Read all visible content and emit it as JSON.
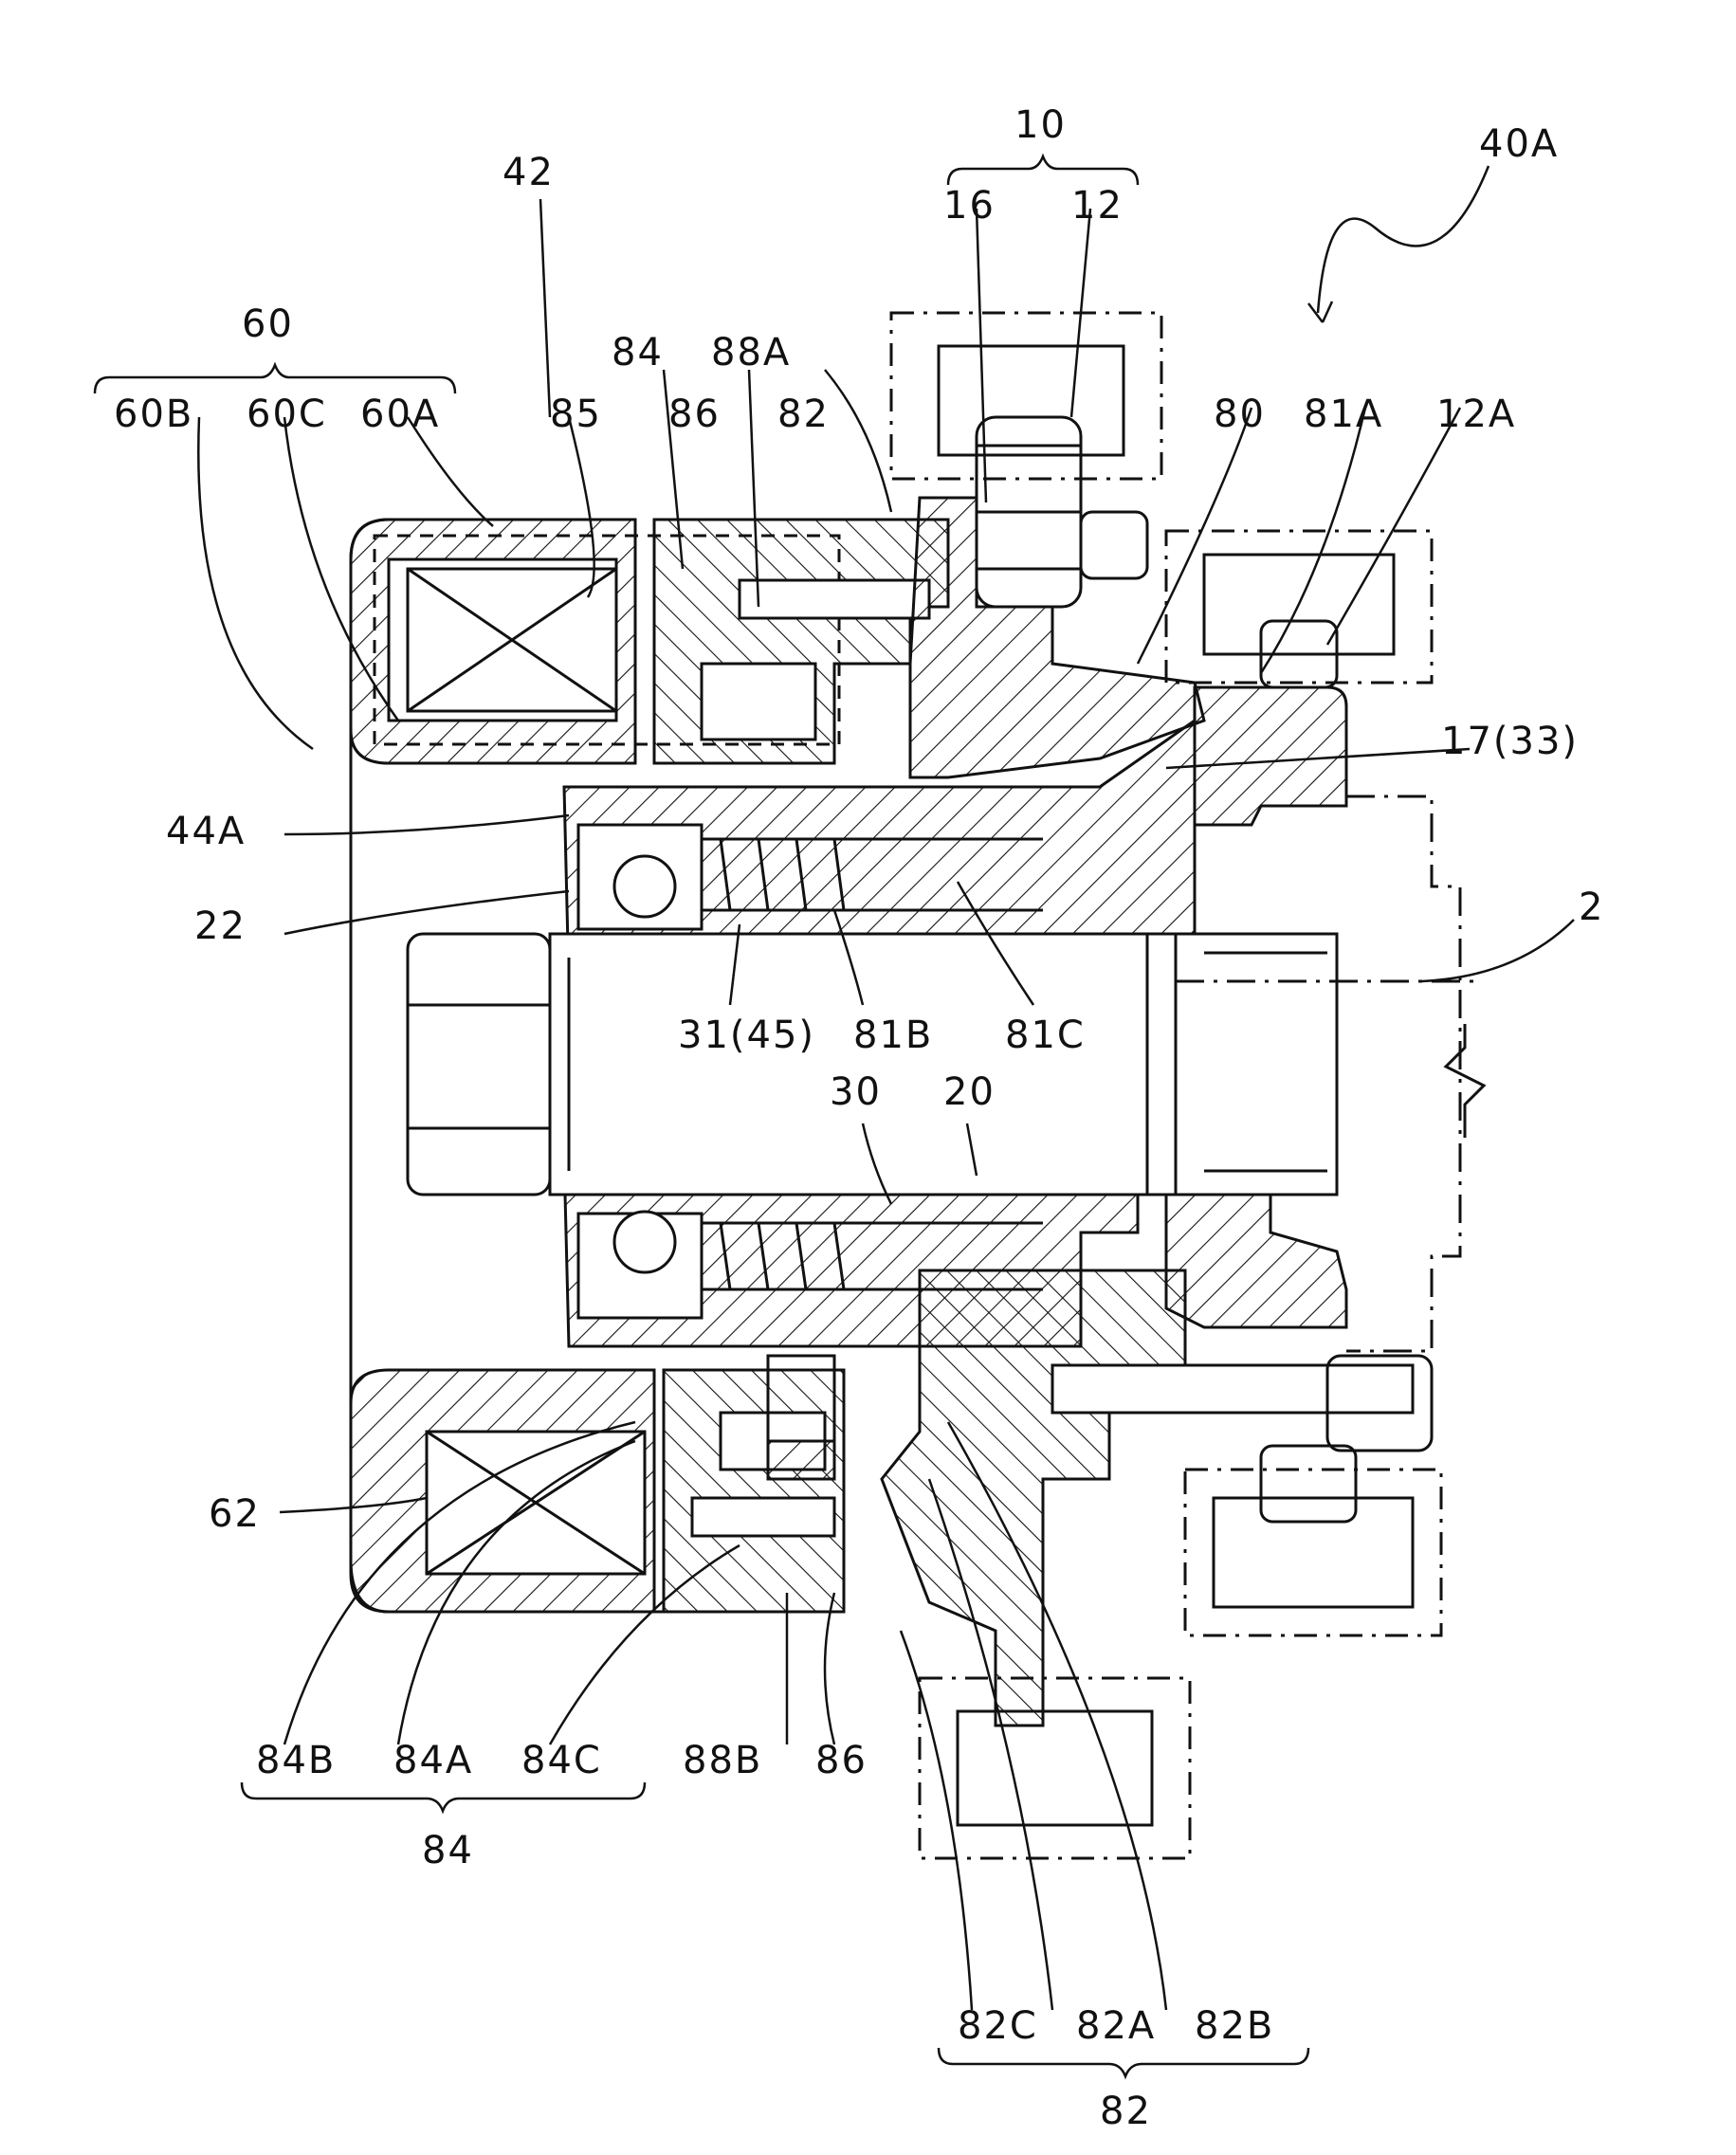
{
  "labels": {
    "l10": "10",
    "l16": "16",
    "l12": "12",
    "l40A": "40A",
    "l42": "42",
    "l60": "60",
    "l60B": "60B",
    "l60C": "60C",
    "l60A": "60A",
    "l84top": "84",
    "l88A": "88A",
    "l85": "85",
    "l86top": "86",
    "l82top": "82",
    "l80": "80",
    "l81A": "81A",
    "l12A": "12A",
    "l17_33": "17(33)",
    "l44A": "44A",
    "l22": "22",
    "l2": "2",
    "l31_45": "31(45)",
    "l81B": "81B",
    "l81C": "81C",
    "l30": "30",
    "l20": "20",
    "l62": "62",
    "l84B": "84B",
    "l84A": "84A",
    "l84C": "84C",
    "l88B": "88B",
    "l86bot": "86",
    "l84group": "84",
    "l82C": "82C",
    "l82A": "82A",
    "l82B": "82B",
    "l82group": "82"
  },
  "colors": {
    "ink": "#111111",
    "paper": "#ffffff"
  }
}
